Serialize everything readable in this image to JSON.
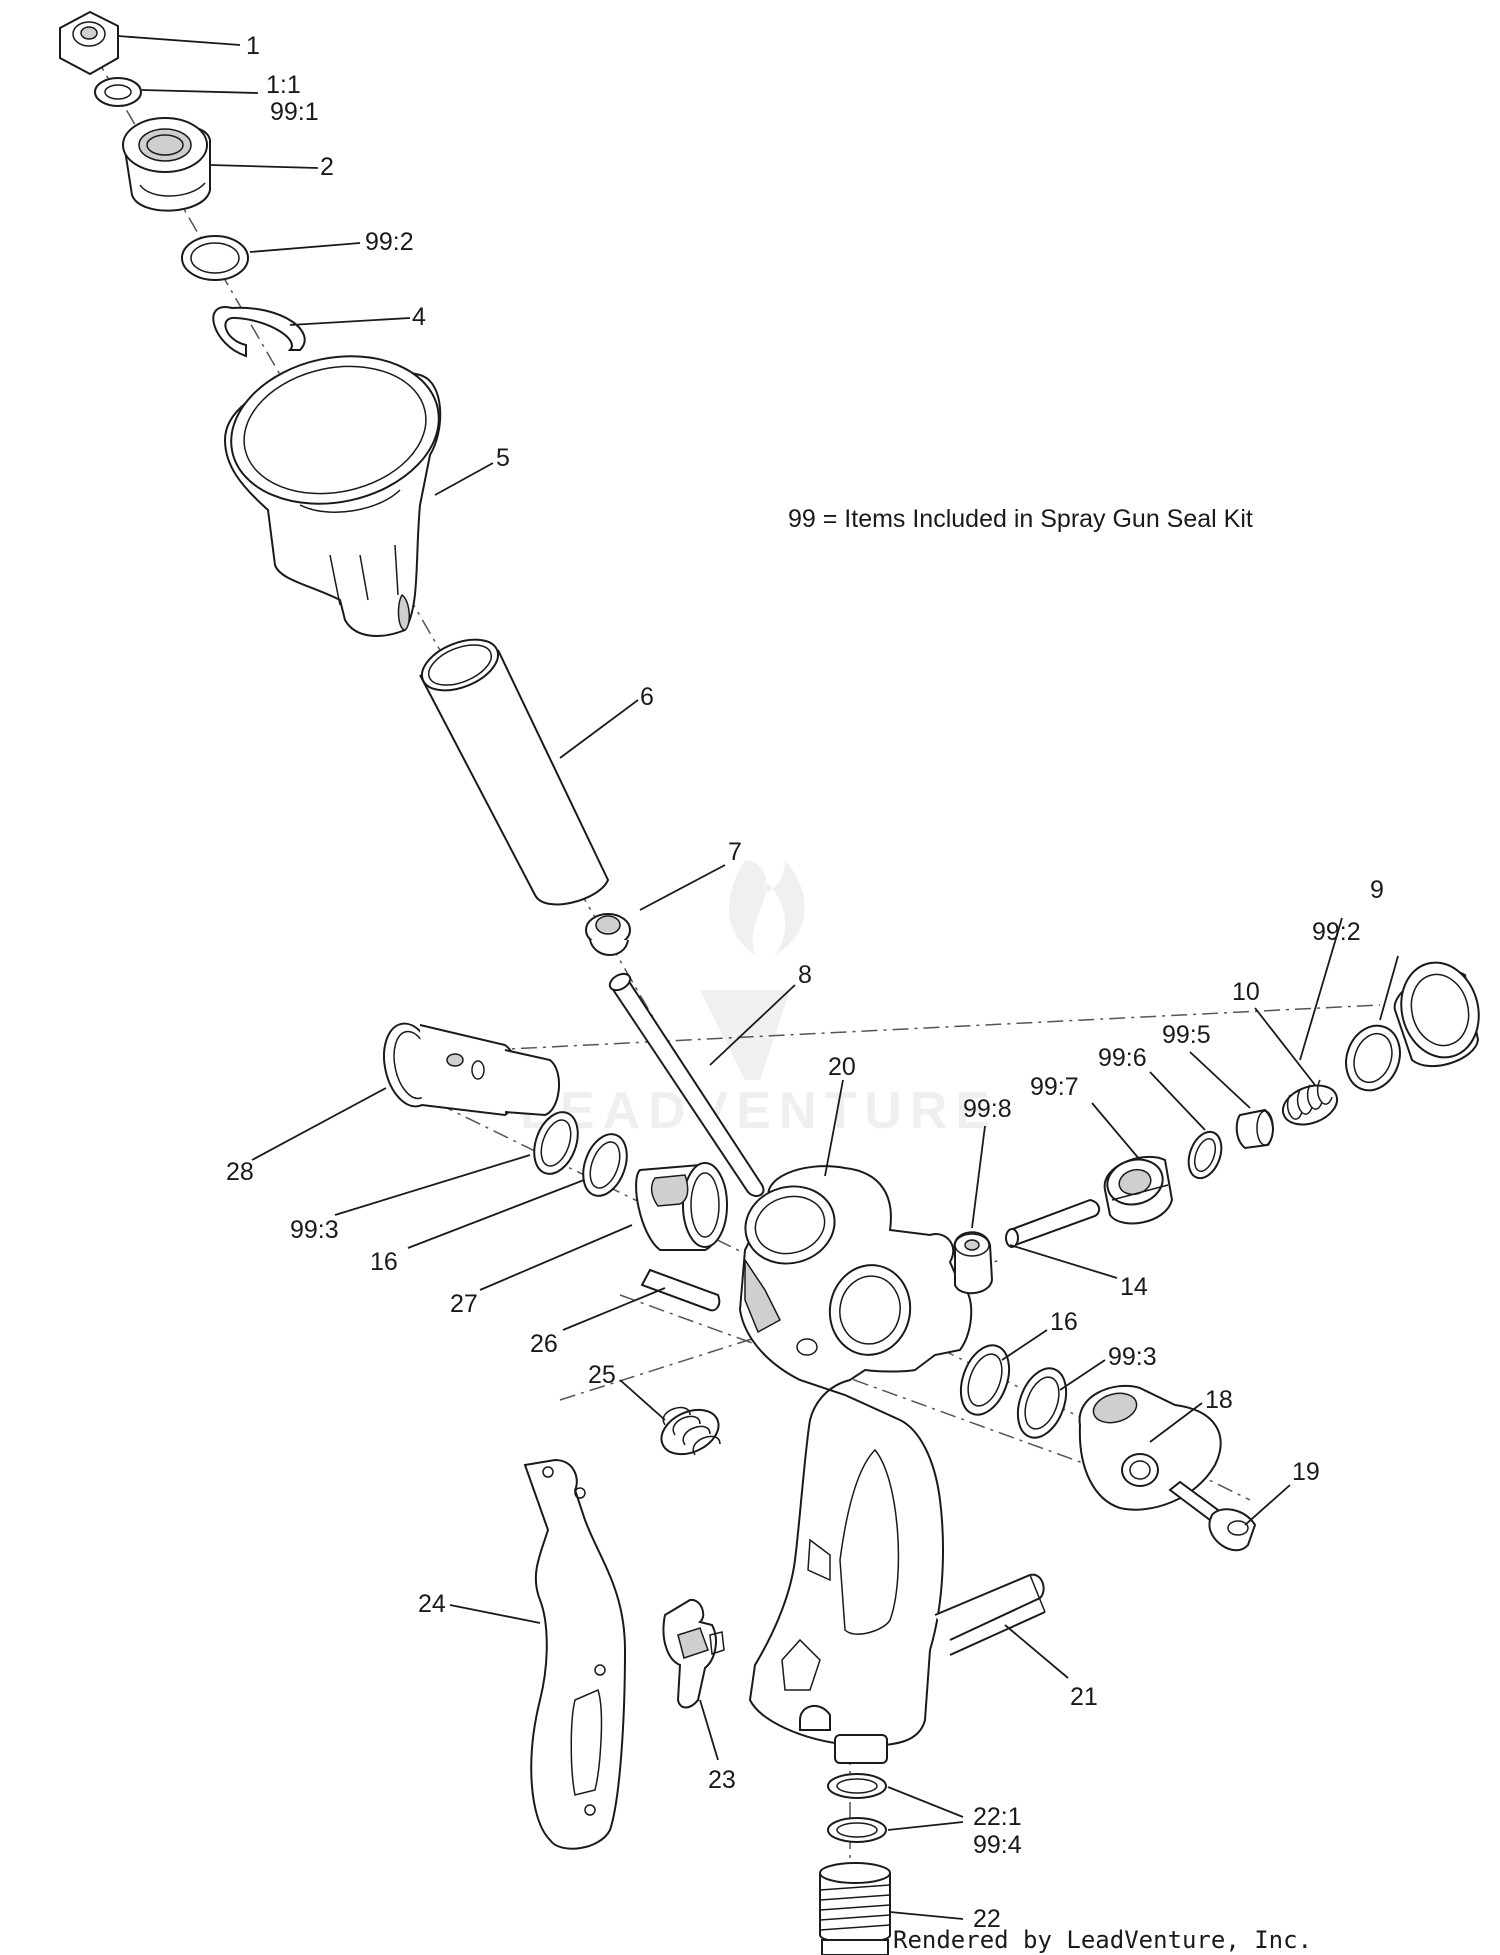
{
  "note": "99 = Items Included in Spray Gun Seal Kit",
  "credit": "Rendered by LeadVenture, Inc.",
  "watermark": "LEADVENTURE",
  "callouts": {
    "c1": "1",
    "c1_1": "1:1",
    "c99_1": "99:1",
    "c2": "2",
    "c99_2a": "99:2",
    "c4": "4",
    "c5": "5",
    "c6": "6",
    "c7": "7",
    "c8": "8",
    "c9": "9",
    "c99_2b": "99:2",
    "c10": "10",
    "c99_5": "99:5",
    "c99_6": "99:6",
    "c99_7": "99:7",
    "c99_8": "99:8",
    "c20": "20",
    "c28": "28",
    "c99_3a": "99:3",
    "c16a": "16",
    "c27": "27",
    "c26": "26",
    "c14": "14",
    "c16b": "16",
    "c99_3b": "99:3",
    "c18": "18",
    "c19": "19",
    "c25": "25",
    "c24": "24",
    "c21": "21",
    "c23": "23",
    "c22_1": "22:1",
    "c99_4": "99:4",
    "c22": "22"
  },
  "colors": {
    "line": "#1a1a1a",
    "shade": "#cfcfcf",
    "background": "#ffffff"
  }
}
